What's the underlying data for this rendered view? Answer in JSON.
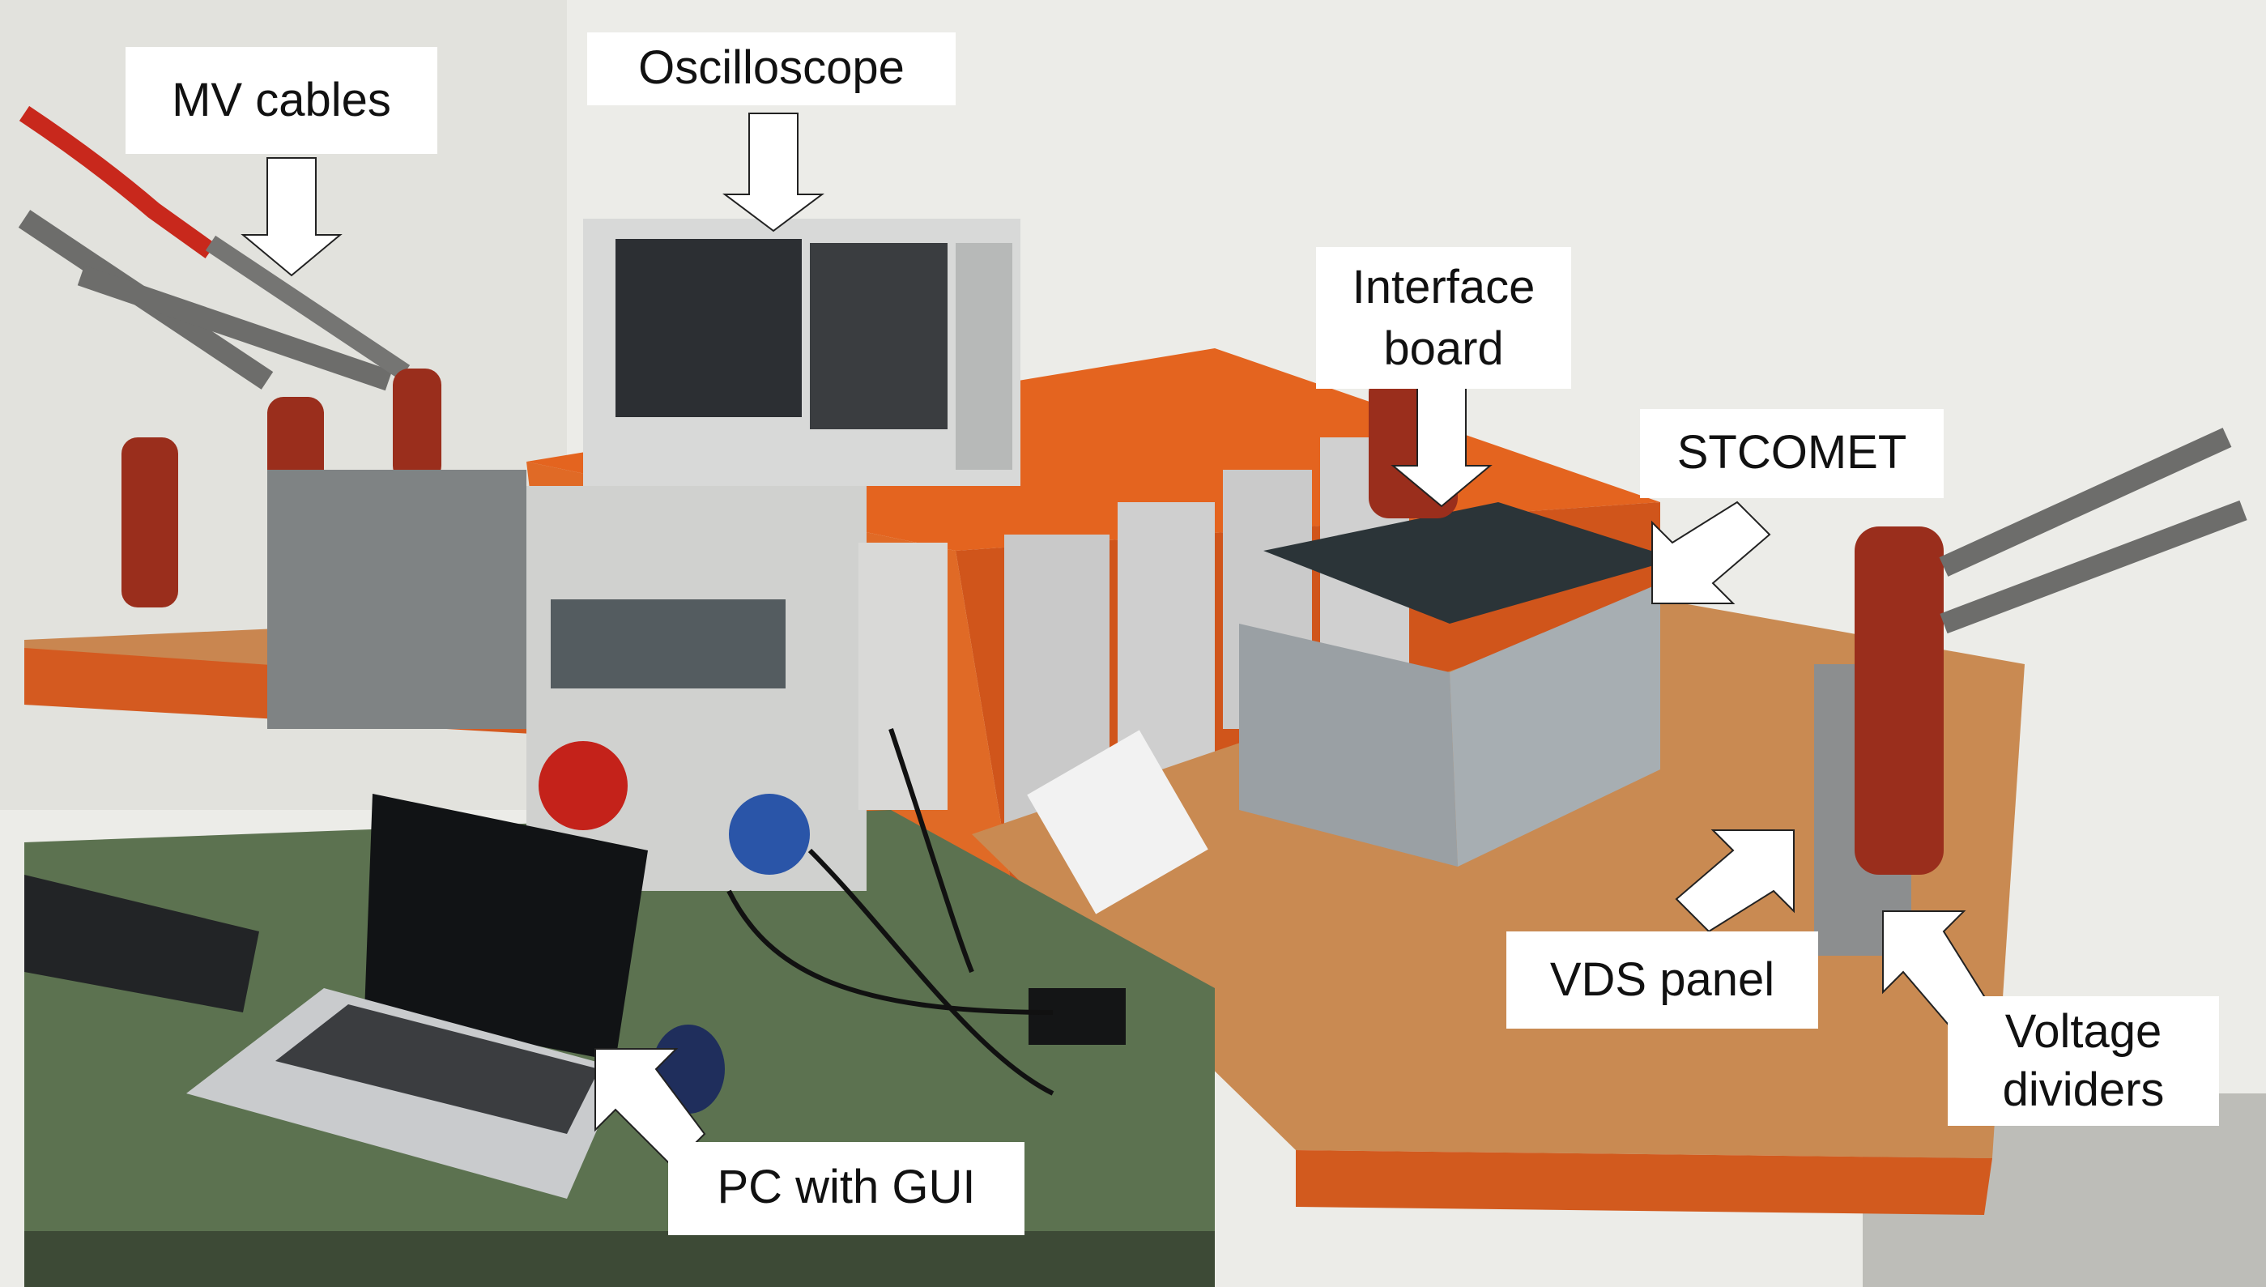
{
  "labels": {
    "mv_cables": "MV cables",
    "oscilloscope": "Oscilloscope",
    "interface_board_line1": "Interface",
    "interface_board_line2": "board",
    "stcomet": "STCOMET",
    "vds_panel": "VDS panel",
    "voltage_dividers_line1": "Voltage",
    "voltage_dividers_line2": "dividers",
    "pc_with_gui": "PC with GUI"
  },
  "colors": {
    "background_wall": "#eeeeea",
    "bench_orange": "#e05a1c",
    "desk_wood": "#c9894f",
    "desk_green": "#5e7352",
    "insulator_red": "#9c2f1e",
    "label_bg": "#ffffff",
    "arrow": "#ffffff"
  }
}
